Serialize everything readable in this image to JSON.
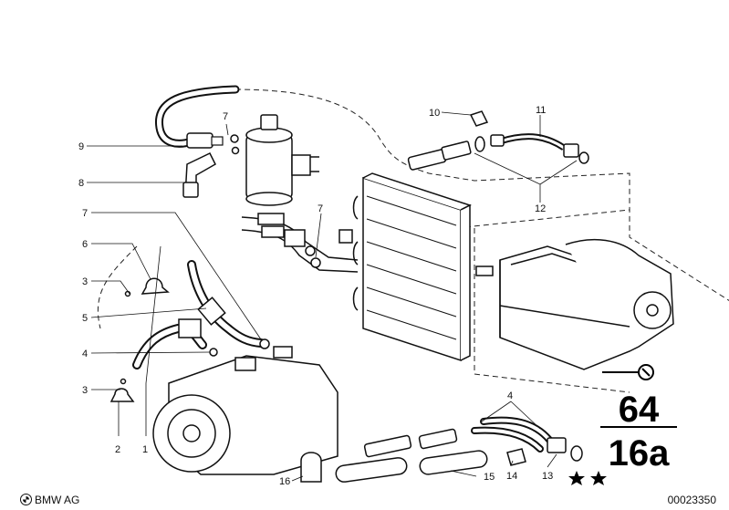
{
  "callouts": {
    "c10": "10",
    "c11": "11",
    "c9": "9",
    "c7a": "7",
    "c8": "8",
    "c7b": "7",
    "c7c": "7",
    "c6": "6",
    "c3a": "3",
    "c5": "5",
    "c4a": "4",
    "c3b": "3",
    "c2": "2",
    "c1": "1",
    "c12": "12",
    "c4b": "4",
    "c16": "16",
    "c15": "15",
    "c14": "14",
    "c13": "13"
  },
  "group": {
    "number": "64",
    "subgroup": "16a"
  },
  "footer": {
    "brand": "BMW AG",
    "image_number": "00023350"
  }
}
